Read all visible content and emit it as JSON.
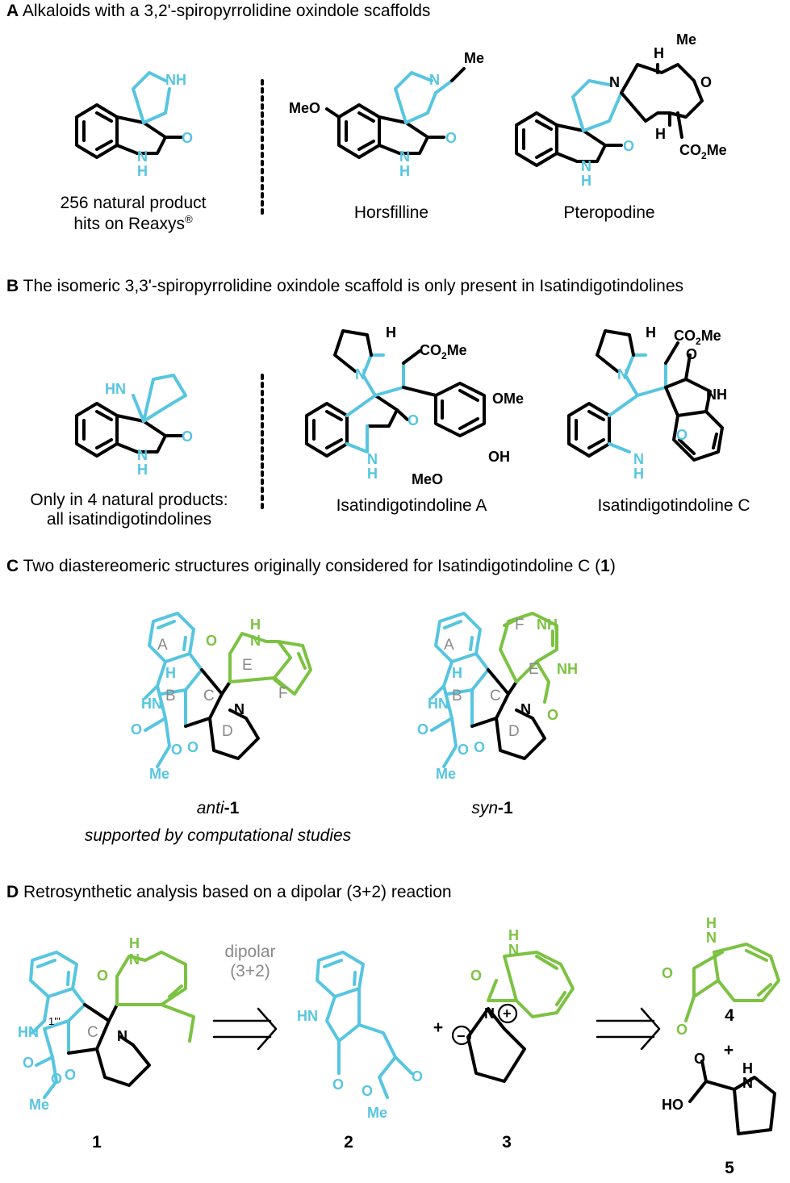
{
  "colors": {
    "cyan": "#57c5e0",
    "green": "#7cc242",
    "black": "#000000",
    "gray": "#8a8a8a"
  },
  "section_a": {
    "letter": "A",
    "title": "Alkaloids with a 3,2'-spiropyrrolidine oxindole scaffolds",
    "caption_scaffold_line1": "256 natural product",
    "caption_scaffold_line2": "hits on Reaxys",
    "caption_scaffold_sup": "®",
    "caption_horsfilline": "Horsfilline",
    "caption_pteropodine": "Pteropodine"
  },
  "section_b": {
    "letter": "B",
    "title": "The isomeric 3,3'-spiropyrrolidine oxindole scaffold is only present in Isatindigotindolines",
    "caption_scaffold_line1": "Only in 4 natural products:",
    "caption_scaffold_line2": "all isatindigotindolines",
    "caption_a": "Isatindigotindoline A",
    "caption_c": "Isatindigotindoline C"
  },
  "section_c": {
    "letter": "C",
    "title_prefix": "Two diastereomeric structures originally considered for Isatindigotindoline C (",
    "title_num": "1",
    "title_suffix": ")",
    "anti_prefix": "anti",
    "anti_num": "-1",
    "anti_note": "supported by computational studies",
    "syn_prefix": "syn",
    "syn_num": "-1"
  },
  "section_d": {
    "letter": "D",
    "title": "Retrosynthetic analysis based on a dipolar (3+2) reaction",
    "arrow_label_line1": "dipolar",
    "arrow_label_line2": "(3+2)",
    "compound_1": "1",
    "compound_2": "2",
    "compound_3": "3",
    "compound_4": "4",
    "compound_5": "5",
    "plus": "+"
  },
  "atoms": {
    "NH": "NH",
    "N": "N",
    "H": "H",
    "O": "O",
    "Me": "Me",
    "MeO": "MeO",
    "OMe": "OMe",
    "OH": "OH",
    "HN": "HN",
    "CO2Me": "CO",
    "sub2": "2",
    "Me_suffix": "Me",
    "HO": "HO",
    "minus": "−",
    "plus_charge": "+",
    "label_1ppp": "1'''"
  },
  "rings": {
    "A": "A",
    "B": "B",
    "C": "C",
    "D": "D",
    "E": "E",
    "F": "F"
  }
}
